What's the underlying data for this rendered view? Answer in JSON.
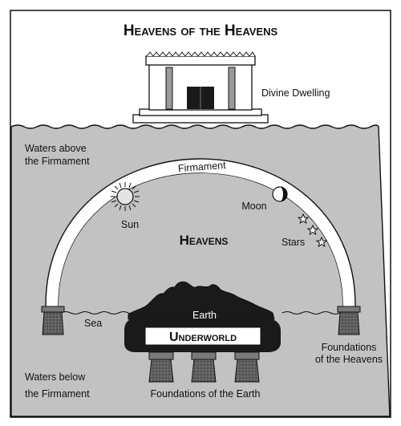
{
  "title": "Heavens of the Heavens",
  "labels": {
    "divine_dwelling": "Divine Dwelling",
    "waters_above_line1": "Waters above",
    "waters_above_line2": "the Firmament",
    "firmament": "Firmament",
    "sun": "Sun",
    "moon": "Moon",
    "stars": "Stars",
    "heavens": "Heavens",
    "earth": "Earth",
    "underworld": "Underworld",
    "sea": "Sea",
    "foundations_heavens_line1": "Foundations",
    "foundations_heavens_line2": "of the Heavens",
    "waters_below_line1": "Waters below",
    "waters_below_line2": "the Firmament",
    "foundations_earth": "Foundations of the Earth"
  },
  "colors": {
    "sky_gray": "#c2c2c2",
    "outline": "#111111",
    "dark_fill": "#1a1a1a",
    "pillar_fill": "#6a6a6a",
    "white": "#ffffff"
  }
}
